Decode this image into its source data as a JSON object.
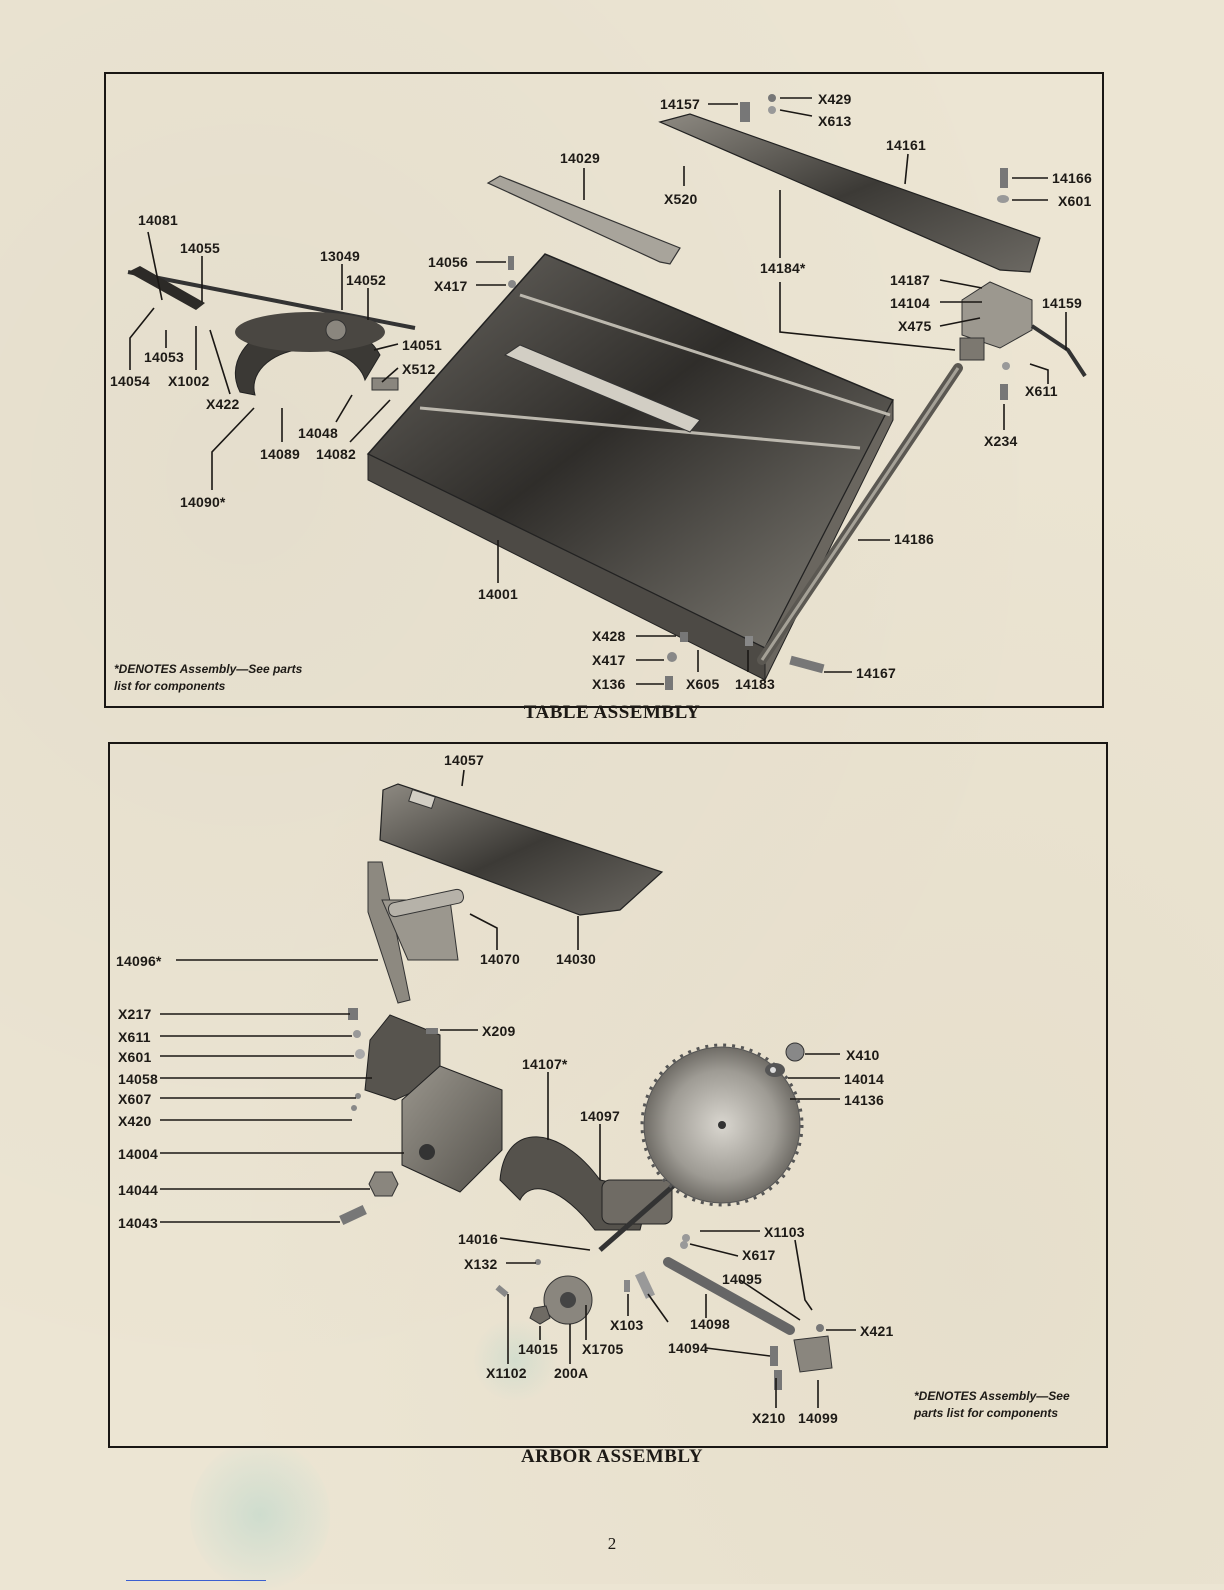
{
  "table_assembly": {
    "caption": "TABLE ASSEMBLY",
    "note": "*DENOTES Assembly—See parts list for components",
    "labels": [
      "14157",
      "X429",
      "X613",
      "14161",
      "14029",
      "X520",
      "14166",
      "X601",
      "14081",
      "14055",
      "13049",
      "14052",
      "14056",
      "X417",
      "14184*",
      "14187",
      "14104",
      "14159",
      "X475",
      "14053",
      "14051",
      "14054",
      "X1002",
      "X512",
      "X422",
      "X611",
      "14048",
      "14089",
      "14082",
      "X234",
      "14090*",
      "14186",
      "14001",
      "X428",
      "X417",
      "X136",
      "X605",
      "14183",
      "14167"
    ]
  },
  "arbor_assembly": {
    "caption": "ARBOR ASSEMBLY",
    "note": "*DENOTES Assembly—See parts list for components",
    "labels": [
      "14057",
      "14096*",
      "14070",
      "14030",
      "X217",
      "X611",
      "X209",
      "X601",
      "X410",
      "14107*",
      "14058",
      "14014",
      "X607",
      "14136",
      "X420",
      "14097",
      "14004",
      "14044",
      "14043",
      "X1103",
      "14016",
      "X617",
      "X132",
      "14095",
      "X421",
      "X103",
      "14098",
      "14015",
      "X1705",
      "14094",
      "X1102",
      "200A",
      "X210",
      "14099"
    ]
  },
  "page": {
    "number": "2"
  }
}
